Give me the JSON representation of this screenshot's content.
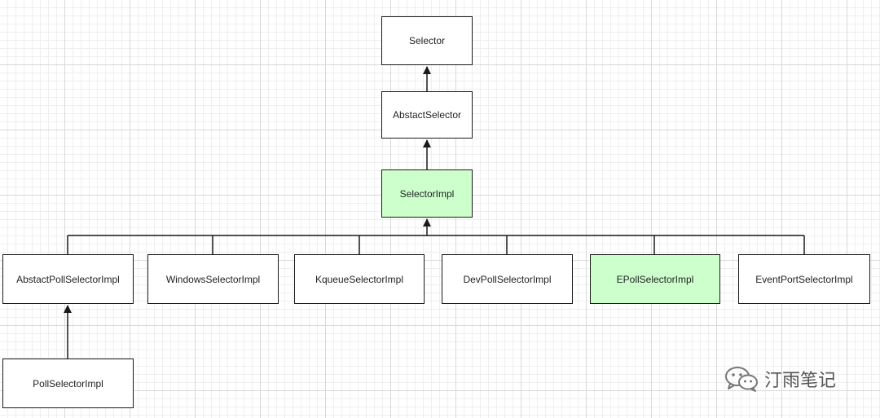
{
  "colors": {
    "line": "#1a1a1a",
    "highlight": "#ccffcc",
    "box": "#ffffff"
  },
  "nodes": {
    "selector": {
      "label": "Selector",
      "highlighted": false
    },
    "abstact_selector": {
      "label": "AbstactSelector",
      "highlighted": false
    },
    "selector_impl": {
      "label": "SelectorImpl",
      "highlighted": true
    },
    "abstact_poll_selector_impl": {
      "label": "AbstactPollSelectorImpl",
      "highlighted": false
    },
    "windows_selector_impl": {
      "label": "WindowsSelectorImpl",
      "highlighted": false
    },
    "kqueue_selector_impl": {
      "label": "KqueueSelectorImpl",
      "highlighted": false
    },
    "dev_poll_selector_impl": {
      "label": "DevPollSelectorImpl",
      "highlighted": false
    },
    "epoll_selector_impl": {
      "label": "EPollSelectorImpl",
      "highlighted": true
    },
    "event_port_selector_impl": {
      "label": "EventPortSelectorImpl",
      "highlighted": false
    },
    "poll_selector_impl": {
      "label": "PollSelectorImpl",
      "highlighted": false
    }
  },
  "edges": [
    {
      "from": "abstact_selector",
      "to": "selector"
    },
    {
      "from": "selector_impl",
      "to": "abstact_selector"
    },
    {
      "from": "abstact_poll_selector_impl",
      "to": "selector_impl"
    },
    {
      "from": "windows_selector_impl",
      "to": "selector_impl"
    },
    {
      "from": "kqueue_selector_impl",
      "to": "selector_impl"
    },
    {
      "from": "dev_poll_selector_impl",
      "to": "selector_impl"
    },
    {
      "from": "epoll_selector_impl",
      "to": "selector_impl"
    },
    {
      "from": "event_port_selector_impl",
      "to": "selector_impl"
    },
    {
      "from": "poll_selector_impl",
      "to": "abstact_poll_selector_impl"
    }
  ],
  "watermark": {
    "icon": "wechat-icon",
    "text": "汀雨笔记"
  }
}
